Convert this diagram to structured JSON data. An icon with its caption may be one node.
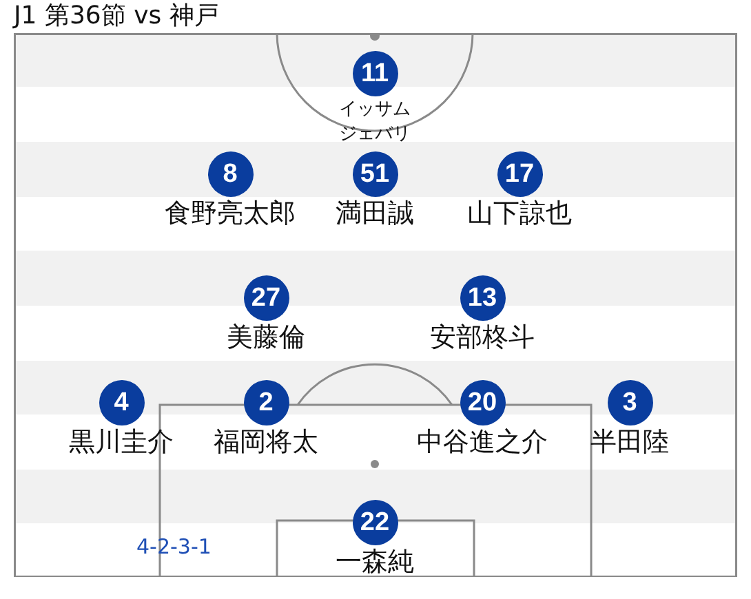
{
  "diagram": {
    "title": "J1 第36節 vs 神戸",
    "nodes": [
      {
        "text": [
          "11"
        ],
        "beside": [
          "イッサムジェバリ"
        ]
      },
      {
        "text": [
          "8"
        ],
        "beside": [
          "食野亮太郎"
        ]
      },
      {
        "text": [
          "51"
        ],
        "beside": [
          "満田誠"
        ]
      },
      {
        "text": [
          "17"
        ],
        "beside": [
          "山下諒也"
        ]
      },
      {
        "text": [
          "27"
        ],
        "beside": [
          "美藤倫"
        ]
      },
      {
        "text": [
          "13"
        ],
        "beside": [
          "安部柊斗"
        ]
      },
      {
        "text": [
          "4"
        ],
        "beside": [
          "黒川圭介"
        ]
      },
      {
        "text": [
          "2"
        ],
        "beside": [
          "福岡将太"
        ]
      },
      {
        "text": [
          "20"
        ],
        "beside": [
          "中谷進之介"
        ]
      },
      {
        "text": [
          "3"
        ],
        "beside": [
          "半田陸"
        ]
      },
      {
        "text": [
          "22"
        ],
        "beside": [
          "一森純"
        ]
      }
    ],
    "labels": [
      "4-2-3-1"
    ]
  }
}
